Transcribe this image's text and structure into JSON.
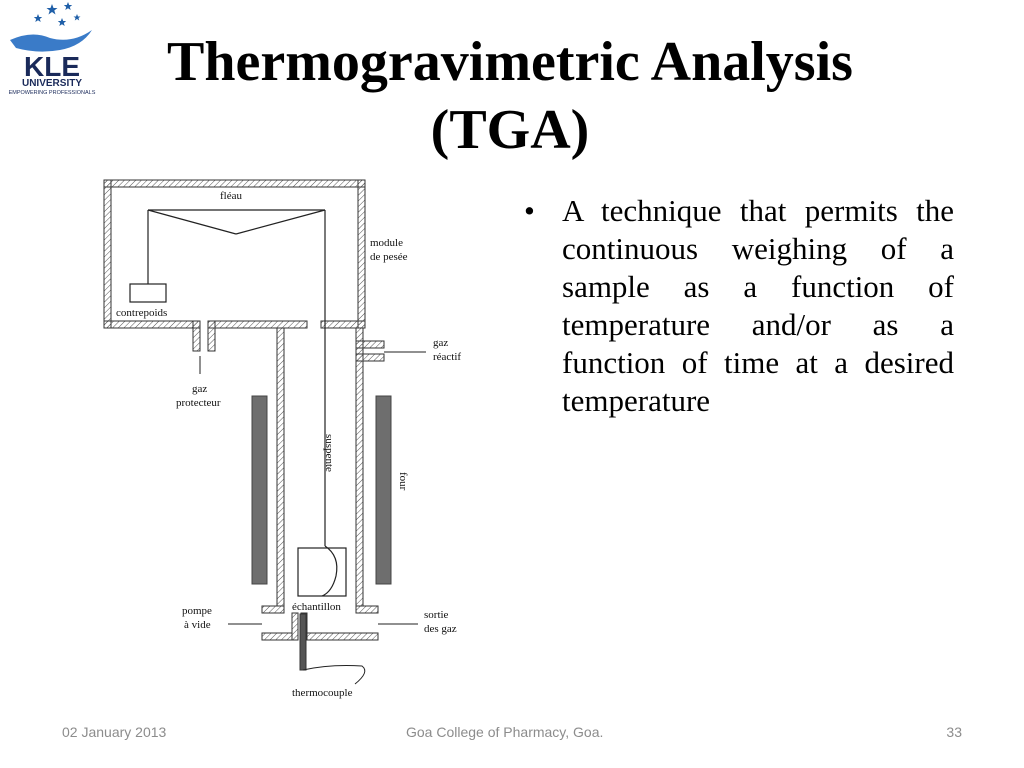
{
  "slide": {
    "title_line1": "Thermogravimetric Analysis",
    "title_line2": "(TGA)",
    "bullets": [
      "A technique that permits the continuous weighing of a sample as a function of temperature and/or as a function of time at a desired temperature"
    ]
  },
  "logo": {
    "text_main": "KLE",
    "text_sub": "UNIVERSITY",
    "tagline": "EMPOWERING PROFESSIONALS",
    "colors": {
      "blue": "#1f5fa8",
      "dark": "#1a2a5a"
    }
  },
  "diagram_labels": {
    "fleau": "fléau",
    "module": "module",
    "de_pesee": "de pesée",
    "contrepoids": "contrepoids",
    "gaz_reactif_1": "gaz",
    "gaz_reactif_2": "réactif",
    "gaz_protecteur_1": "gaz",
    "gaz_protecteur_2": "protecteur",
    "suspente": "suspente",
    "four": "four",
    "pompe_1": "pompe",
    "pompe_2": "à vide",
    "echantillon": "échantillon",
    "sortie_1": "sortie",
    "sortie_2": "des gaz",
    "thermocouple": "thermocouple"
  },
  "footer": {
    "date": "02 January 2013",
    "center": "Goa College of Pharmacy, Goa.",
    "page": "33"
  }
}
